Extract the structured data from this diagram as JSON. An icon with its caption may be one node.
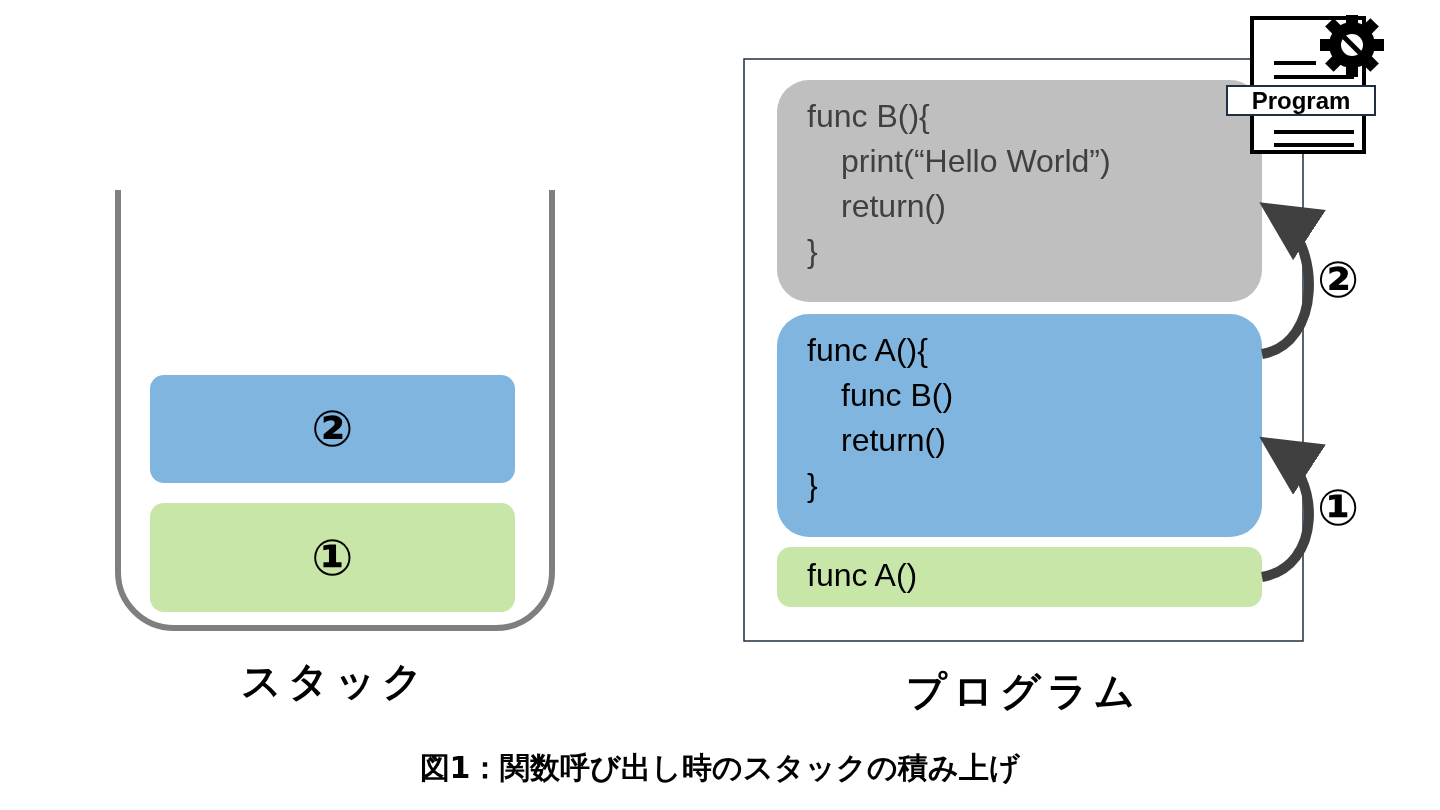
{
  "diagram": {
    "caption": "図1：関数呼び出し時のスタックの積み上げ",
    "nodes": [
      {
        "text": [
          "スタック"
        ]
      },
      {
        "text": [
          "②"
        ],
        "in": 0
      },
      {
        "text": [
          "①"
        ],
        "in": 0
      },
      {
        "text": [
          "プログラム"
        ]
      },
      {
        "text": [
          "func B(){",
          "print(“Hello World”)",
          "return()",
          "}"
        ],
        "in": 3
      },
      {
        "text": [
          "func A(){",
          "func B()",
          "return()",
          "}"
        ],
        "in": 3
      },
      {
        "text": [
          "func A()"
        ],
        "in": 3
      },
      {
        "text": [
          "Program"
        ]
      }
    ],
    "edges": [
      {
        "from": 6,
        "to": 5,
        "arrow": "to",
        "label": "①"
      },
      {
        "from": 5,
        "to": 4,
        "arrow": "to",
        "label": "②"
      }
    ]
  }
}
